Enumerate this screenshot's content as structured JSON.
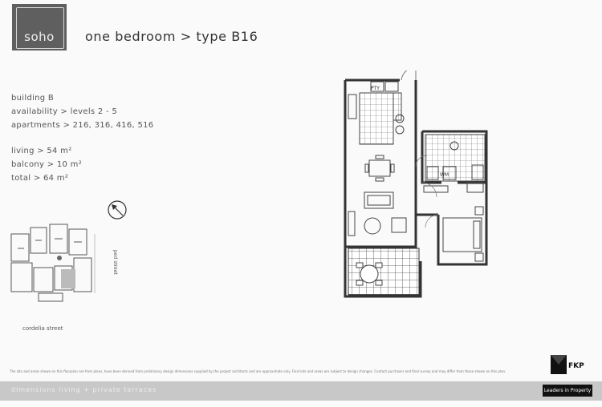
{
  "logo": {
    "text": "soho"
  },
  "title": "one bedroom > type B16",
  "details": {
    "building": "building B",
    "availability": "availability > levels 2 - 5",
    "apartments": "apartments > 216, 316, 416, 516",
    "living": "living > 54 m²",
    "balcony": "balcony > 10 m²",
    "total": "total > 64 m²"
  },
  "keyplan": {
    "street_side": "ped street",
    "street_bottom": "cordelia street"
  },
  "plan_labels": {
    "pty": "PTY",
    "wm": "WM"
  },
  "footnote": "The lots and areas shown on this floorplan are from plans, have been derived from preliminary design dimensions supplied by the project architects and are approximate only. Final lots and areas are subject to design changes. Contact purchaser and final survey and may differ from those shown on this plan.",
  "footer": {
    "bar_text": "dimensions living + private terraces",
    "fkp_logo": "FKP",
    "fkp_tag": "Leaders in Property"
  }
}
